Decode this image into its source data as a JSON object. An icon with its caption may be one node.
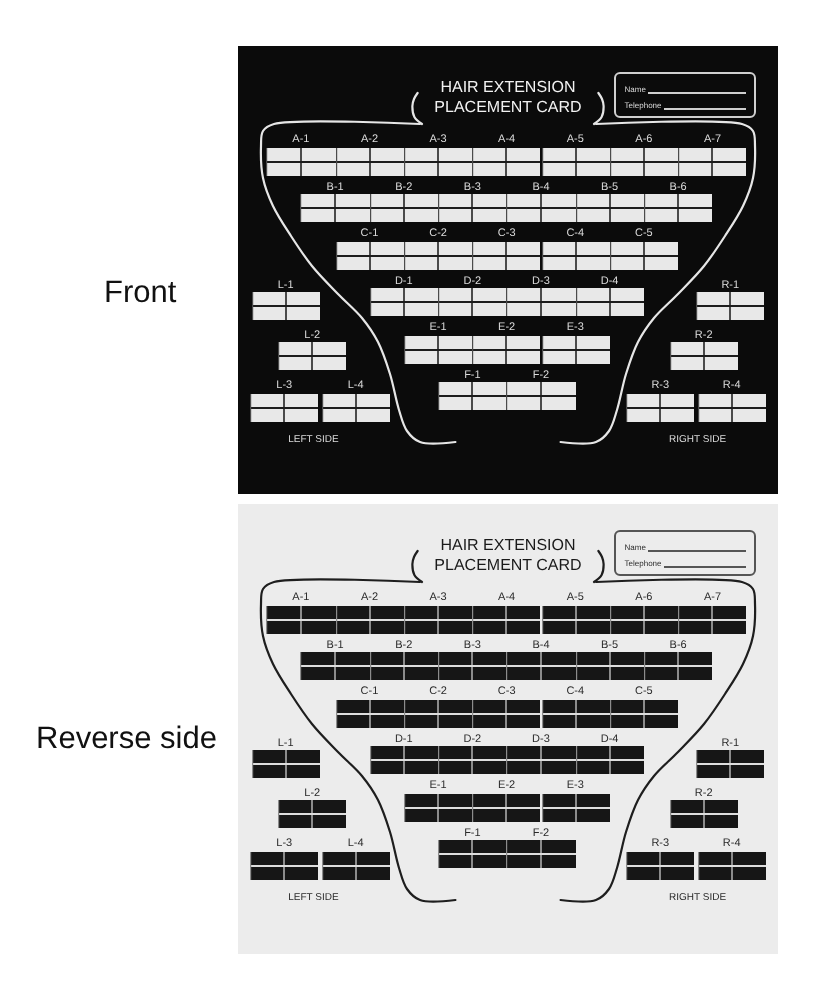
{
  "diagram": {
    "nodes": [
      {
        "text": [
          "HAIR EXTENSION PLACEMENT CARD",
          "LEFT SIDE",
          "RIGHT SIDE"
        ],
        "beside": [
          "Front"
        ]
      },
      {
        "text": [
          "Name",
          "Telephone"
        ],
        "in": 0
      },
      {
        "text": [
          "A-1"
        ],
        "in": 0
      },
      {
        "text": [
          "A-2"
        ],
        "in": 0
      },
      {
        "text": [
          "A-3"
        ],
        "in": 0
      },
      {
        "text": [
          "A-4"
        ],
        "in": 0
      },
      {
        "text": [
          "A-5"
        ],
        "in": 0
      },
      {
        "text": [
          "A-6"
        ],
        "in": 0
      },
      {
        "text": [
          "A-7"
        ],
        "in": 0
      },
      {
        "text": [
          "B-1"
        ],
        "in": 0
      },
      {
        "text": [
          "B-2"
        ],
        "in": 0
      },
      {
        "text": [
          "B-3"
        ],
        "in": 0
      },
      {
        "text": [
          "B-4"
        ],
        "in": 0
      },
      {
        "text": [
          "B-5"
        ],
        "in": 0
      },
      {
        "text": [
          "B-6"
        ],
        "in": 0
      },
      {
        "text": [
          "C-1"
        ],
        "in": 0
      },
      {
        "text": [
          "C-2"
        ],
        "in": 0
      },
      {
        "text": [
          "C-3"
        ],
        "in": 0
      },
      {
        "text": [
          "C-4"
        ],
        "in": 0
      },
      {
        "text": [
          "C-5"
        ],
        "in": 0
      },
      {
        "text": [
          "L-1"
        ],
        "in": 0
      },
      {
        "text": [
          "D-1"
        ],
        "in": 0
      },
      {
        "text": [
          "D-2"
        ],
        "in": 0
      },
      {
        "text": [
          "D-3"
        ],
        "in": 0
      },
      {
        "text": [
          "D-4"
        ],
        "in": 0
      },
      {
        "text": [
          "R-1"
        ],
        "in": 0
      },
      {
        "text": [
          "L-2"
        ],
        "in": 0
      },
      {
        "text": [
          "E-1"
        ],
        "in": 0
      },
      {
        "text": [
          "E-2"
        ],
        "in": 0
      },
      {
        "text": [
          "E-3"
        ],
        "in": 0
      },
      {
        "text": [
          "R-2"
        ],
        "in": 0
      },
      {
        "text": [
          "L-3"
        ],
        "in": 0
      },
      {
        "text": [
          "L-4"
        ],
        "in": 0
      },
      {
        "text": [
          "F-1"
        ],
        "in": 0
      },
      {
        "text": [
          "F-2"
        ],
        "in": 0
      },
      {
        "text": [
          "R-3"
        ],
        "in": 0
      },
      {
        "text": [
          "R-4"
        ],
        "in": 0
      },
      {
        "text": [
          "HAIR EXTENSION PLACEMENT CARD",
          "LEFT SIDE",
          "RIGHT SIDE"
        ],
        "beside": [
          "Reverse side"
        ]
      },
      {
        "text": [
          "Name",
          "Telephone"
        ],
        "in": 37
      },
      {
        "text": [
          "A-1"
        ],
        "in": 37
      },
      {
        "text": [
          "A-2"
        ],
        "in": 37
      },
      {
        "text": [
          "A-3"
        ],
        "in": 37
      },
      {
        "text": [
          "A-4"
        ],
        "in": 37
      },
      {
        "text": [
          "A-5"
        ],
        "in": 37
      },
      {
        "text": [
          "A-6"
        ],
        "in": 37
      },
      {
        "text": [
          "A-7"
        ],
        "in": 37
      },
      {
        "text": [
          "B-1"
        ],
        "in": 37
      },
      {
        "text": [
          "B-2"
        ],
        "in": 37
      },
      {
        "text": [
          "B-3"
        ],
        "in": 37
      },
      {
        "text": [
          "B-4"
        ],
        "in": 37
      },
      {
        "text": [
          "B-5"
        ],
        "in": 37
      },
      {
        "text": [
          "B-6"
        ],
        "in": 37
      },
      {
        "text": [
          "C-1"
        ],
        "in": 37
      },
      {
        "text": [
          "C-2"
        ],
        "in": 37
      },
      {
        "text": [
          "C-3"
        ],
        "in": 37
      },
      {
        "text": [
          "C-4"
        ],
        "in": 37
      },
      {
        "text": [
          "C-5"
        ],
        "in": 37
      },
      {
        "text": [
          "L-1"
        ],
        "in": 37
      },
      {
        "text": [
          "D-1"
        ],
        "in": 37
      },
      {
        "text": [
          "D-2"
        ],
        "in": 37
      },
      {
        "text": [
          "D-3"
        ],
        "in": 37
      },
      {
        "text": [
          "D-4"
        ],
        "in": 37
      },
      {
        "text": [
          "R-1"
        ],
        "in": 37
      },
      {
        "text": [
          "L-2"
        ],
        "in": 37
      },
      {
        "text": [
          "E-1"
        ],
        "in": 37
      },
      {
        "text": [
          "E-2"
        ],
        "in": 37
      },
      {
        "text": [
          "E-3"
        ],
        "in": 37
      },
      {
        "text": [
          "R-2"
        ],
        "in": 37
      },
      {
        "text": [
          "L-3"
        ],
        "in": 37
      },
      {
        "text": [
          "L-4"
        ],
        "in": 37
      },
      {
        "text": [
          "F-1"
        ],
        "in": 37
      },
      {
        "text": [
          "F-2"
        ],
        "in": 37
      },
      {
        "text": [
          "R-3"
        ],
        "in": 37
      },
      {
        "text": [
          "R-4"
        ],
        "in": 37
      }
    ]
  }
}
